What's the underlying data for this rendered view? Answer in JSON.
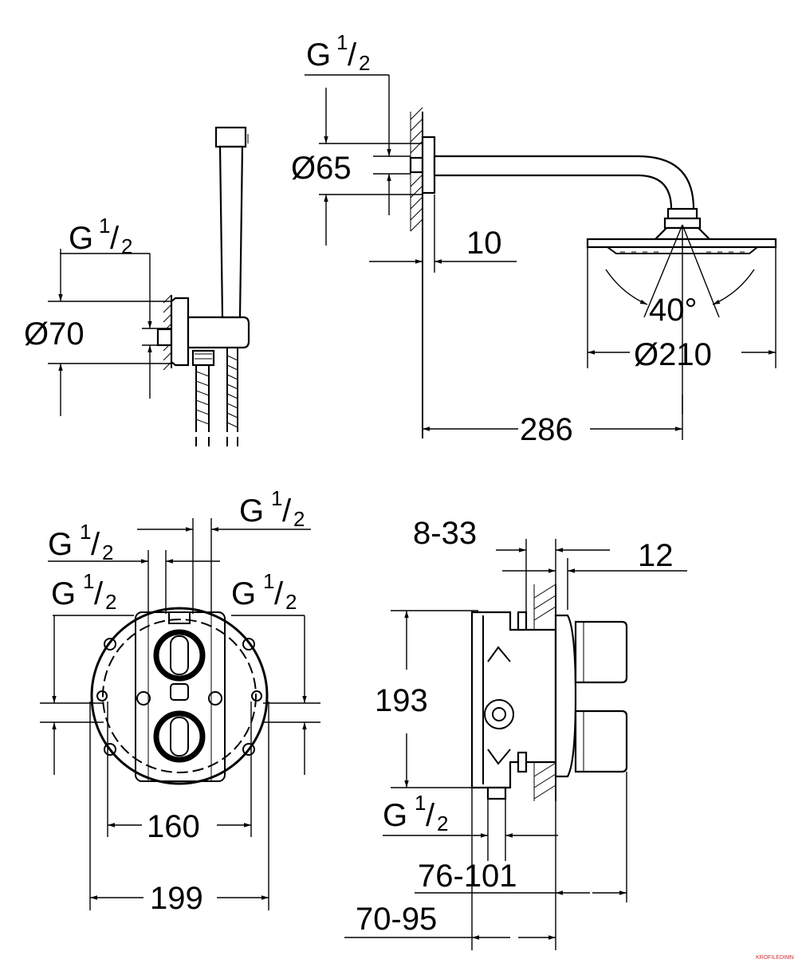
{
  "shower_arm": {
    "thread": {
      "g": "G",
      "num": "1",
      "slash": "/",
      "den": "2"
    },
    "flange_dia": "Ø65",
    "wall_offset": "10",
    "head_dia": "Ø210",
    "spray_angle": "40°",
    "projection": "286"
  },
  "hand_shower": {
    "thread": {
      "g": "G",
      "num": "1",
      "slash": "/",
      "den": "2"
    },
    "flange_dia": "Ø70"
  },
  "valve_front": {
    "top_right_thread": {
      "g": "G",
      "num": "1",
      "slash": "/",
      "den": "2"
    },
    "top_left_thread": {
      "g": "G",
      "num": "1",
      "slash": "/",
      "den": "2"
    },
    "left_thread": {
      "g": "G",
      "num": "1",
      "slash": "/",
      "den": "2"
    },
    "right_thread": {
      "g": "G",
      "num": "1",
      "slash": "/",
      "den": "2"
    },
    "inner_width": "160",
    "outer_width": "199"
  },
  "valve_side": {
    "depth_range": "8-33",
    "plate": "12",
    "height": "193",
    "bottom_thread": {
      "g": "G",
      "num": "1",
      "slash": "/",
      "den": "2"
    },
    "depth_a": "76-101",
    "depth_b": "70-95"
  },
  "watermark": "KROFILEDIMN"
}
